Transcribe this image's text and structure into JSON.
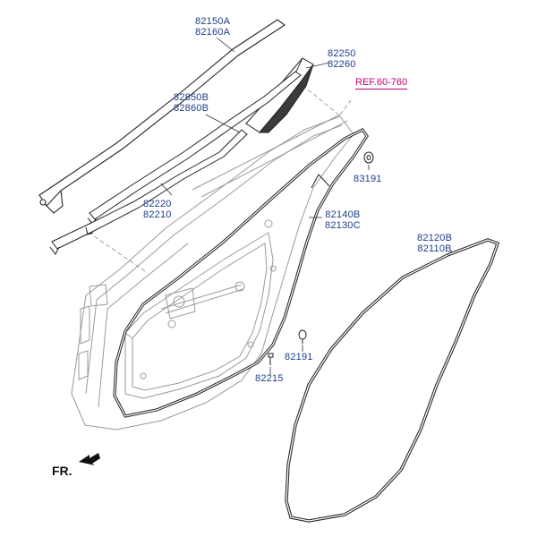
{
  "diagram": {
    "ref_label": "REF.60-760",
    "direction_label": "FR.",
    "parts": {
      "p1": [
        "82150A",
        "82160A"
      ],
      "p2": [
        "82250",
        "82260"
      ],
      "p3": [
        "82850B",
        "82860B"
      ],
      "p4": [
        "82220",
        "82210"
      ],
      "p5": [
        "82140B",
        "82130C"
      ],
      "p6": [
        "83191"
      ],
      "p7": [
        "82120B",
        "82110B"
      ],
      "p8": [
        "82191"
      ],
      "p9": [
        "82215"
      ]
    }
  },
  "colors": {
    "label": "#1f3c8c",
    "ref": "#c0007a",
    "line": "#222222",
    "body": "#9a9a9a"
  }
}
